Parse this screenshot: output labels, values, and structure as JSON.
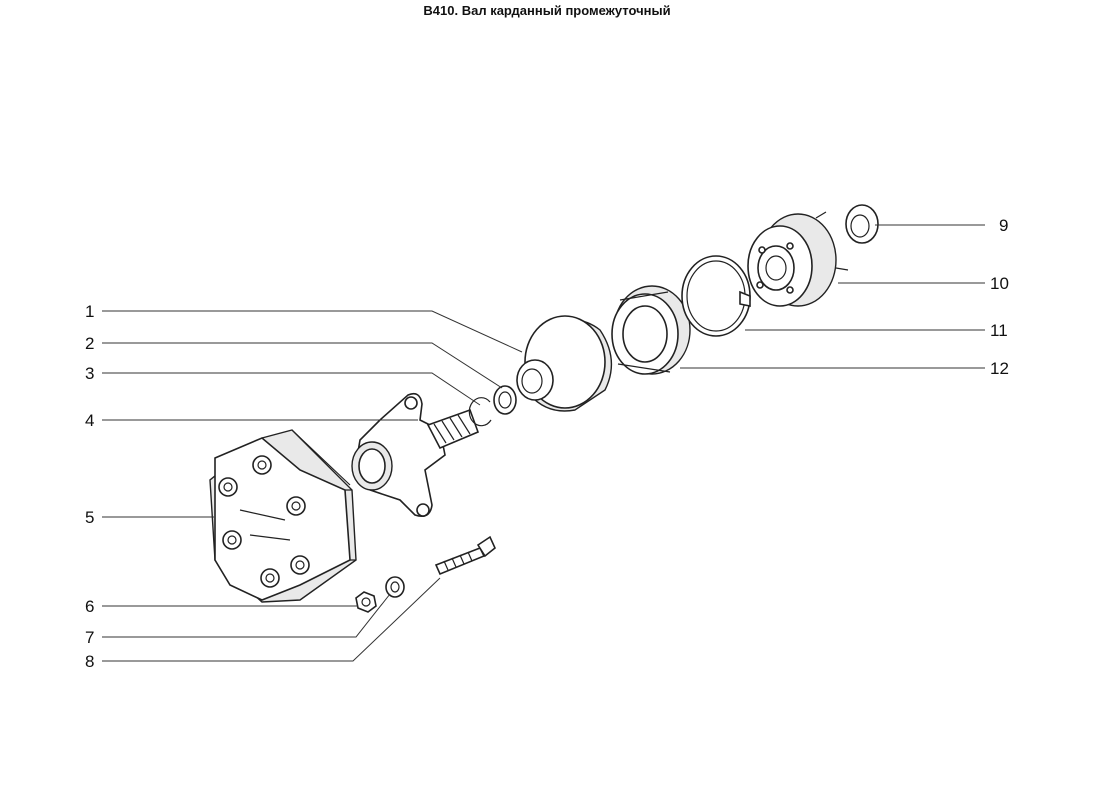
{
  "title": "B410. Вал карданный промежуточный",
  "callouts": {
    "c1": "1",
    "c2": "2",
    "c3": "3",
    "c4": "4",
    "c5": "5",
    "c6": "6",
    "c7": "7",
    "c8": "8",
    "c9": "9",
    "c10": "10",
    "c11": "11",
    "c12": "12"
  }
}
